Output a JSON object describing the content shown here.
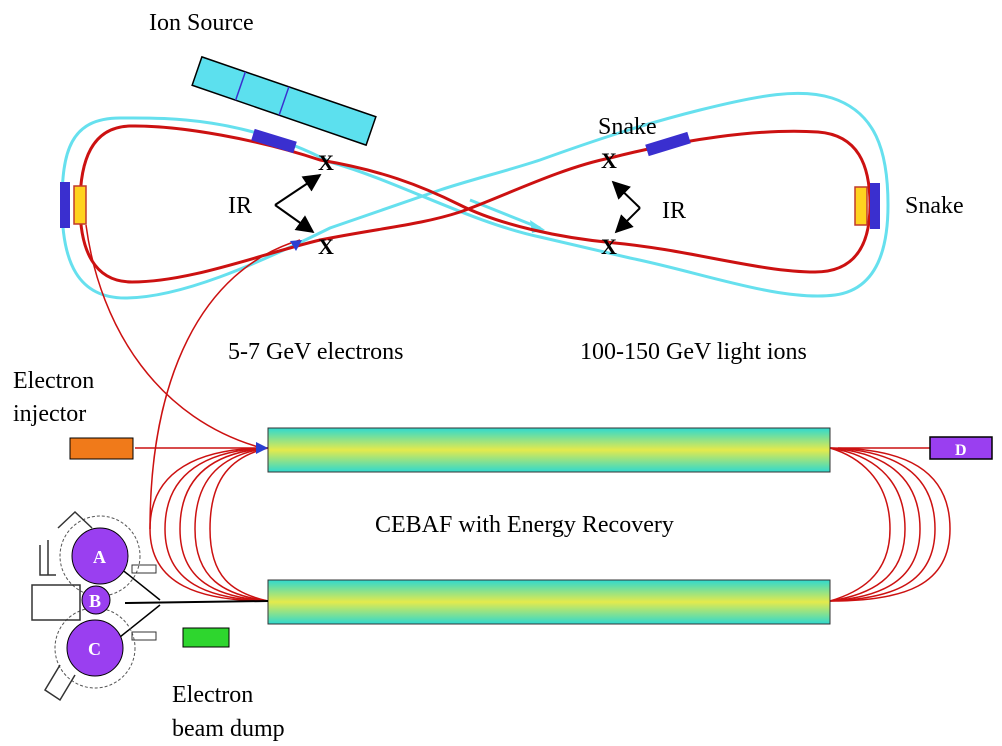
{
  "labels": {
    "ion_source": "Ion Source",
    "snake_top": "Snake",
    "snake_right": "Snake",
    "ir_left": "IR",
    "ir_right": "IR",
    "electron_energy": "5-7 GeV electrons",
    "ion_energy": "100-150 GeV light ions",
    "electron_injector_line1": "Electron",
    "electron_injector_line2": "injector",
    "cebaf": "CEBAF with Energy Recovery",
    "beam_dump_line1": "Electron",
    "beam_dump_line2": "beam dump"
  },
  "halls": {
    "a": "A",
    "b": "B",
    "c": "C",
    "d": "D"
  },
  "markers": {
    "interaction_point": "X"
  },
  "colors": {
    "electron_ring": "#cc1111",
    "ion_ring": "#66e0ee",
    "snake": "#3a2fcf",
    "spin_rotator": "#ffd21f",
    "ion_source": "#5ce0ee",
    "injector": "#f07a1a",
    "beam_dump": "#2ed62e",
    "hall": "#9a3ff0",
    "linac_gradient": [
      "#33ddcc",
      "#dfe84a",
      "#33ddcc"
    ]
  }
}
